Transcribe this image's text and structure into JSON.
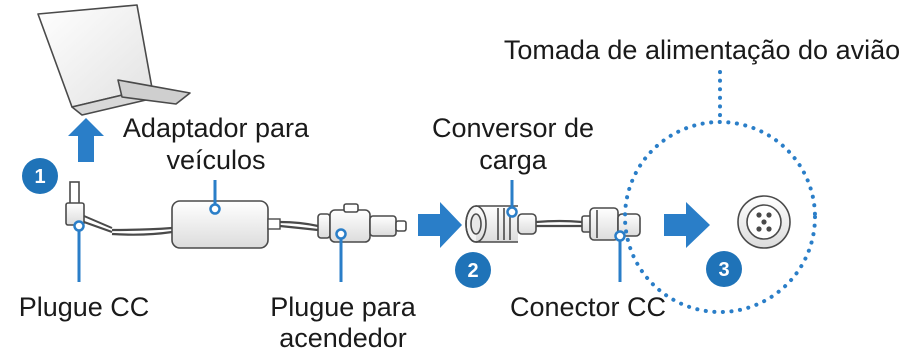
{
  "labels": {
    "airplane_outlet": "Tomada de alimentação do avião",
    "car_adapter_line1": "Adaptador para",
    "car_adapter_line2": "veículos",
    "charge_converter_line1": "Conversor de",
    "charge_converter_line2": "carga",
    "dc_plug": "Plugue CC",
    "lighter_plug_line1": "Plugue para",
    "lighter_plug_line2": "acendedor",
    "dc_connector": "Conector CC"
  },
  "steps": [
    "1",
    "2",
    "3"
  ],
  "colors": {
    "step_badge": "#1f73b8",
    "arrow": "#2a7ec8",
    "outline": "#4a4a4a",
    "dotted_circle": "#2a7ec8",
    "text": "#1a1a1a"
  },
  "icons": [
    "laptop-icon",
    "dc-plug-icon",
    "car-adapter-icon",
    "lighter-plug-icon",
    "charge-converter-icon",
    "dc-connector-icon",
    "airplane-socket-icon"
  ]
}
